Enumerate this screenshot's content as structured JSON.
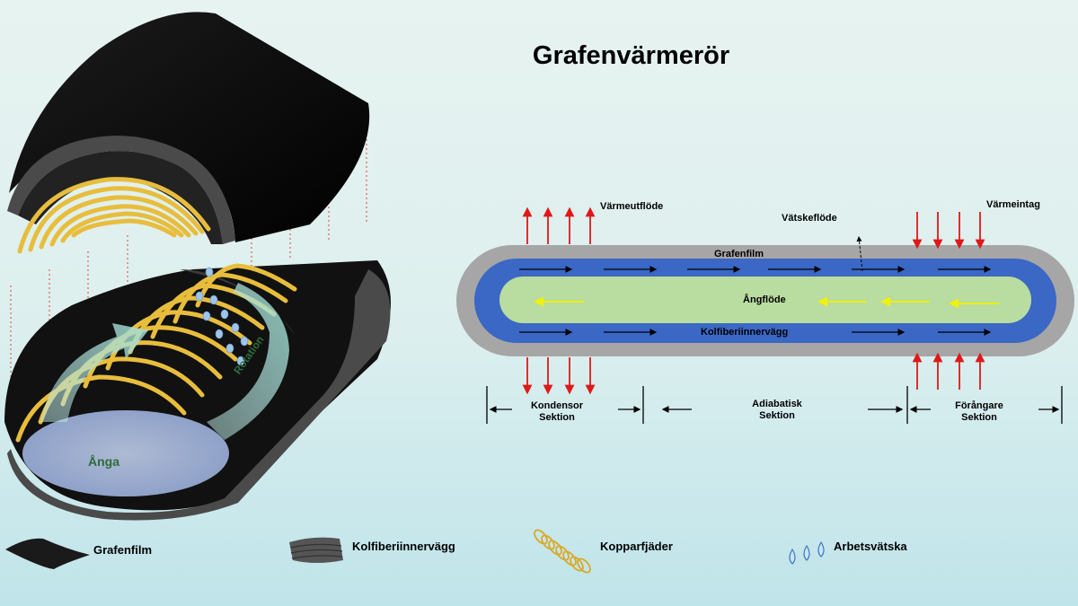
{
  "title": "Grafenvärmerör",
  "labels": {
    "heat_out": "Värmeutflöde",
    "liquid_flow": "Vätskeflöde",
    "heat_in": "Värmeintag",
    "graphene_film": "Grafenfilm",
    "vapor_flow": "Ångflöde",
    "carbon_wall": "Kolfiberiinnervägg",
    "condenser": "Kondensor\nSektion",
    "adiabatic": "Adiabatisk\nSektion",
    "evaporator": "Förångare\nSektion",
    "rotation": "Rotation",
    "vapor": "Ånga"
  },
  "legend": [
    {
      "label": "Grafenfilm",
      "icon": "graphene-film-icon"
    },
    {
      "label": "Kolfiberiinnervägg",
      "icon": "carbon-fiber-wall-icon"
    },
    {
      "label": "Kopparfjäder",
      "icon": "copper-spring-icon"
    },
    {
      "label": "Arbetsvätska",
      "icon": "working-fluid-icon"
    }
  ],
  "colors": {
    "shell": "#a6a6a6",
    "wall": "#3b67c5",
    "vapor_core": "#b9dca0",
    "heat_arrow": "#e01818",
    "vapor_arrow": "#f2f200",
    "spring": "#e8bd3c"
  }
}
